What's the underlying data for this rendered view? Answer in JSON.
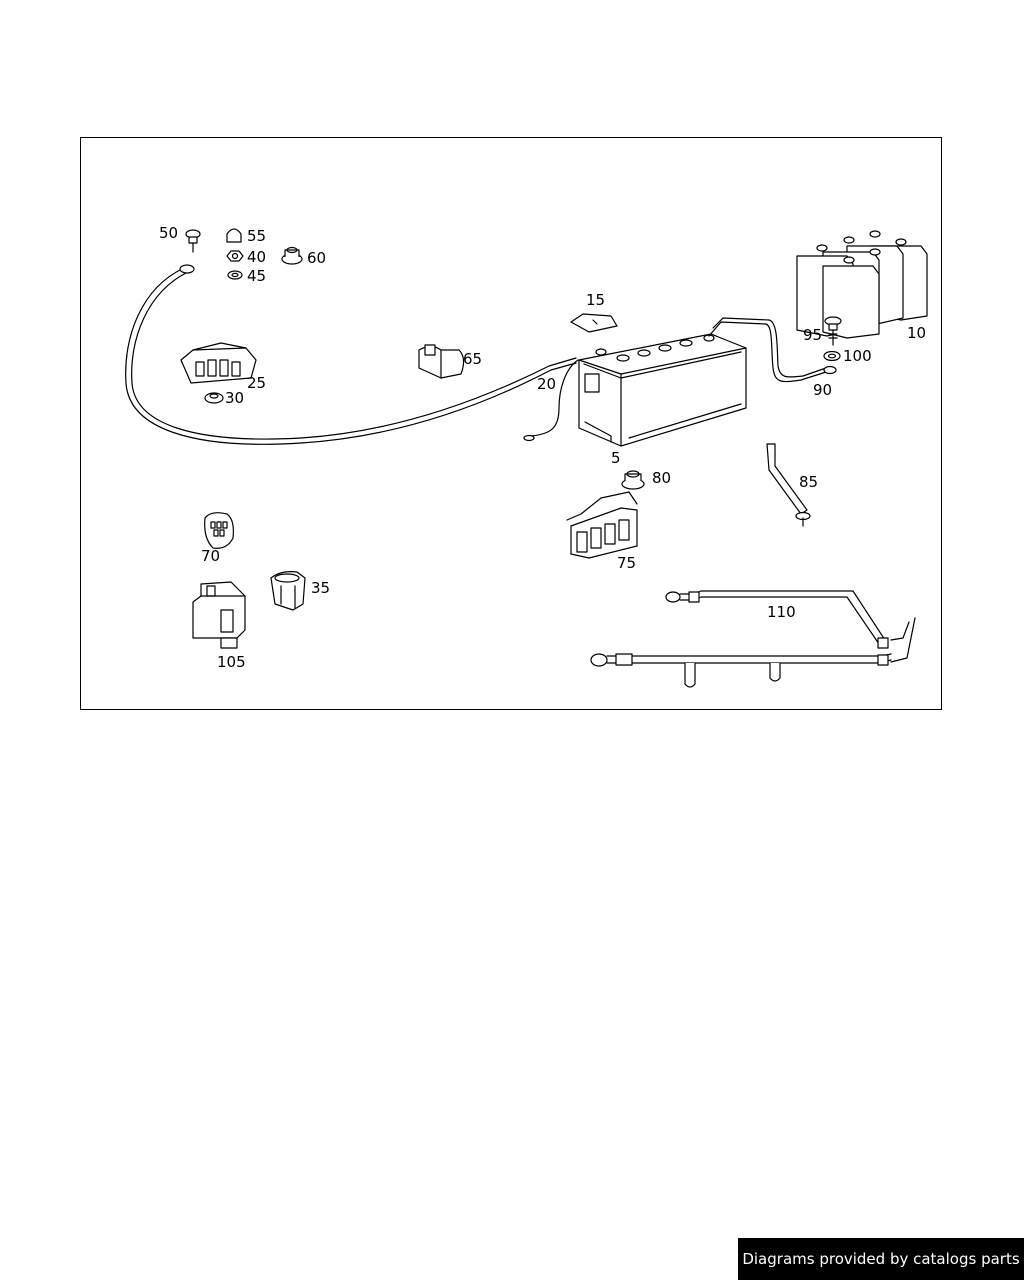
{
  "diagram": {
    "part_numbers": {
      "p5": "5",
      "p10": "10",
      "p15": "15",
      "p20": "20",
      "p25": "25",
      "p30": "30",
      "p35": "35",
      "p40": "40",
      "p45": "45",
      "p50": "50",
      "p55": "55",
      "p60": "60",
      "p65": "65",
      "p70": "70",
      "p75": "75",
      "p80": "80",
      "p85": "85",
      "p90": "90",
      "p95": "95",
      "p100": "100",
      "p105": "105",
      "p110": "110"
    }
  },
  "footer": {
    "text": "Diagrams provided by catalogs parts"
  }
}
